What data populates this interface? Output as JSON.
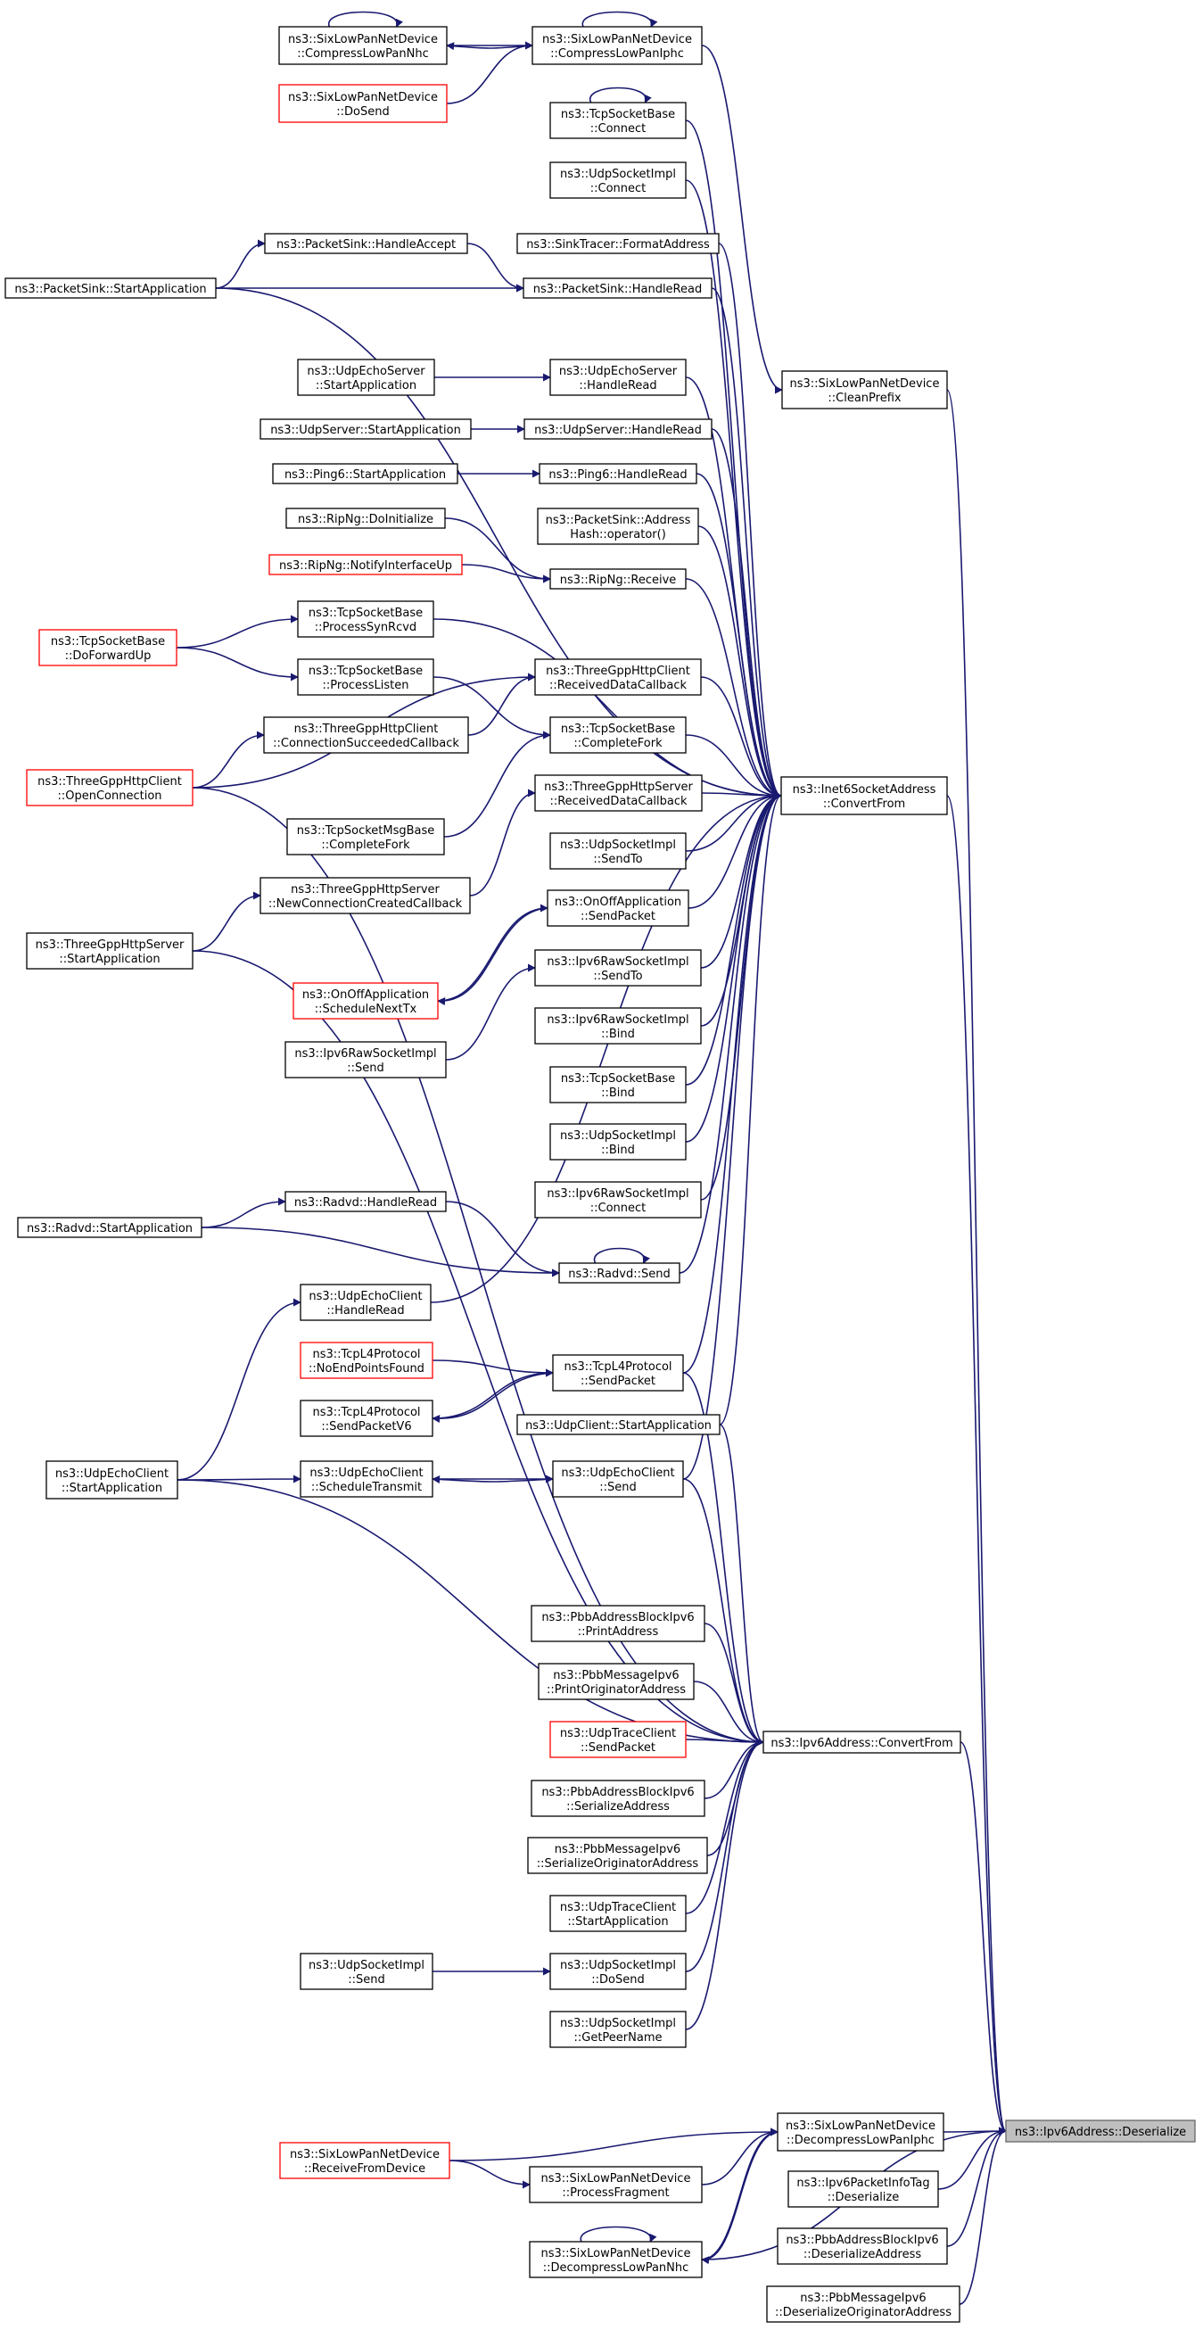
{
  "graph": {
    "nodes": [
      {
        "id": "compressLowPanNhc",
        "lines": [
          "ns3::SixLowPanNetDevice",
          "::CompressLowPanNhc"
        ],
        "border": "black"
      },
      {
        "id": "compressLowPanIphc",
        "lines": [
          "ns3::SixLowPanNetDevice",
          "::CompressLowPanIphc"
        ],
        "border": "black"
      },
      {
        "id": "doSend",
        "lines": [
          "ns3::SixLowPanNetDevice",
          "::DoSend"
        ],
        "border": "red"
      },
      {
        "id": "tcpConnect",
        "lines": [
          "ns3::TcpSocketBase",
          "::Connect"
        ],
        "border": "black"
      },
      {
        "id": "udpConnect",
        "lines": [
          "ns3::UdpSocketImpl",
          "::Connect"
        ],
        "border": "black"
      },
      {
        "id": "formatAddress",
        "lines": [
          "ns3::SinkTracer::FormatAddress"
        ],
        "border": "black"
      },
      {
        "id": "handleAccept",
        "lines": [
          "ns3::PacketSink::HandleAccept"
        ],
        "border": "black"
      },
      {
        "id": "sinkStart",
        "lines": [
          "ns3::PacketSink::StartApplication"
        ],
        "border": "black"
      },
      {
        "id": "sinkHandleRead",
        "lines": [
          "ns3::PacketSink::HandleRead"
        ],
        "border": "black"
      },
      {
        "id": "cleanPrefix",
        "lines": [
          "ns3::SixLowPanNetDevice",
          "::CleanPrefix"
        ],
        "border": "black"
      },
      {
        "id": "echoServerStart",
        "lines": [
          "ns3::UdpEchoServer",
          "::StartApplication"
        ],
        "border": "black"
      },
      {
        "id": "echoServerRead",
        "lines": [
          "ns3::UdpEchoServer",
          "::HandleRead"
        ],
        "border": "black"
      },
      {
        "id": "udpServerStart",
        "lines": [
          "ns3::UdpServer::StartApplication"
        ],
        "border": "black"
      },
      {
        "id": "udpServerRead",
        "lines": [
          "ns3::UdpServer::HandleRead"
        ],
        "border": "black"
      },
      {
        "id": "ping6Start",
        "lines": [
          "ns3::Ping6::StartApplication"
        ],
        "border": "black"
      },
      {
        "id": "ping6Read",
        "lines": [
          "ns3::Ping6::HandleRead"
        ],
        "border": "black"
      },
      {
        "id": "ripDoInit",
        "lines": [
          "ns3::RipNg::DoInitialize"
        ],
        "border": "black"
      },
      {
        "id": "addrHash",
        "lines": [
          "ns3::PacketSink::Address",
          "Hash::operator()"
        ],
        "border": "black"
      },
      {
        "id": "ripNotify",
        "lines": [
          "ns3::RipNg::NotifyInterfaceUp"
        ],
        "border": "red"
      },
      {
        "id": "ripReceive",
        "lines": [
          "ns3::RipNg::Receive"
        ],
        "border": "black"
      },
      {
        "id": "tcpSynRcvd",
        "lines": [
          "ns3::TcpSocketBase",
          "::ProcessSynRcvd"
        ],
        "border": "black"
      },
      {
        "id": "tcpForwardUp",
        "lines": [
          "ns3::TcpSocketBase",
          "::DoForwardUp"
        ],
        "border": "red"
      },
      {
        "id": "tcpListen",
        "lines": [
          "ns3::TcpSocketBase",
          "::ProcessListen"
        ],
        "border": "black"
      },
      {
        "id": "httpClientRecv",
        "lines": [
          "ns3::ThreeGppHttpClient",
          "::ReceivedDataCallback"
        ],
        "border": "black"
      },
      {
        "id": "httpClientConnOk",
        "lines": [
          "ns3::ThreeGppHttpClient",
          "::ConnectionSucceededCallback"
        ],
        "border": "black"
      },
      {
        "id": "tcpCompleteFork",
        "lines": [
          "ns3::TcpSocketBase",
          "::CompleteFork"
        ],
        "border": "black"
      },
      {
        "id": "httpClientOpen",
        "lines": [
          "ns3::ThreeGppHttpClient",
          "::OpenConnection"
        ],
        "border": "red"
      },
      {
        "id": "httpServerRecv",
        "lines": [
          "ns3::ThreeGppHttpServer",
          "::ReceivedDataCallback"
        ],
        "border": "black"
      },
      {
        "id": "inet6ConvertFrom",
        "lines": [
          "ns3::Inet6SocketAddress",
          "::ConvertFrom"
        ],
        "border": "black"
      },
      {
        "id": "msgCompleteFork",
        "lines": [
          "ns3::TcpSocketMsgBase",
          "::CompleteFork"
        ],
        "border": "black"
      },
      {
        "id": "udpSendTo",
        "lines": [
          "ns3::UdpSocketImpl",
          "::SendTo"
        ],
        "border": "black"
      },
      {
        "id": "httpServerNewConn",
        "lines": [
          "ns3::ThreeGppHttpServer",
          "::NewConnectionCreatedCallback"
        ],
        "border": "black"
      },
      {
        "id": "onoffSendPacket",
        "lines": [
          "ns3::OnOffApplication",
          "::SendPacket"
        ],
        "border": "black"
      },
      {
        "id": "httpServerStart",
        "lines": [
          "ns3::ThreeGppHttpServer",
          "::StartApplication"
        ],
        "border": "black"
      },
      {
        "id": "onoffScheduleNext",
        "lines": [
          "ns3::OnOffApplication",
          "::ScheduleNextTx"
        ],
        "border": "red"
      },
      {
        "id": "rawSendTo",
        "lines": [
          "ns3::Ipv6RawSocketImpl",
          "::SendTo"
        ],
        "border": "black"
      },
      {
        "id": "rawBind",
        "lines": [
          "ns3::Ipv6RawSocketImpl",
          "::Bind"
        ],
        "border": "black"
      },
      {
        "id": "rawSend",
        "lines": [
          "ns3::Ipv6RawSocketImpl",
          "::Send"
        ],
        "border": "black"
      },
      {
        "id": "tcpBind",
        "lines": [
          "ns3::TcpSocketBase",
          "::Bind"
        ],
        "border": "black"
      },
      {
        "id": "udpBind",
        "lines": [
          "ns3::UdpSocketImpl",
          "::Bind"
        ],
        "border": "black"
      },
      {
        "id": "rawConnect",
        "lines": [
          "ns3::Ipv6RawSocketImpl",
          "::Connect"
        ],
        "border": "black"
      },
      {
        "id": "radvdRead",
        "lines": [
          "ns3::Radvd::HandleRead"
        ],
        "border": "black"
      },
      {
        "id": "radvdStart",
        "lines": [
          "ns3::Radvd::StartApplication"
        ],
        "border": "black"
      },
      {
        "id": "radvdSend",
        "lines": [
          "ns3::Radvd::Send"
        ],
        "border": "black"
      },
      {
        "id": "echoClientRead",
        "lines": [
          "ns3::UdpEchoClient",
          "::HandleRead"
        ],
        "border": "black"
      },
      {
        "id": "tcpNoEndPoints",
        "lines": [
          "ns3::TcpL4Protocol",
          "::NoEndPointsFound"
        ],
        "border": "red"
      },
      {
        "id": "tcpSendPacket",
        "lines": [
          "ns3::TcpL4Protocol",
          "::SendPacket"
        ],
        "border": "black"
      },
      {
        "id": "tcpSendPacketV6",
        "lines": [
          "ns3::TcpL4Protocol",
          "::SendPacketV6"
        ],
        "border": "black"
      },
      {
        "id": "udpClientStart",
        "lines": [
          "ns3::UdpClient::StartApplication"
        ],
        "border": "black"
      },
      {
        "id": "echoClientStart",
        "lines": [
          "ns3::UdpEchoClient",
          "::StartApplication"
        ],
        "border": "black"
      },
      {
        "id": "echoClientSched",
        "lines": [
          "ns3::UdpEchoClient",
          "::ScheduleTransmit"
        ],
        "border": "black"
      },
      {
        "id": "echoClientSend",
        "lines": [
          "ns3::UdpEchoClient",
          "::Send"
        ],
        "border": "black"
      },
      {
        "id": "pbbPrintAddress",
        "lines": [
          "ns3::PbbAddressBlockIpv6",
          "::PrintAddress"
        ],
        "border": "black"
      },
      {
        "id": "pbbPrintOrig",
        "lines": [
          "ns3::PbbMessageIpv6",
          "::PrintOriginatorAddress"
        ],
        "border": "black"
      },
      {
        "id": "traceSendPacket",
        "lines": [
          "ns3::UdpTraceClient",
          "::SendPacket"
        ],
        "border": "red"
      },
      {
        "id": "ipv6ConvertFrom",
        "lines": [
          "ns3::Ipv6Address::ConvertFrom"
        ],
        "border": "black"
      },
      {
        "id": "pbbSerializeAddr",
        "lines": [
          "ns3::PbbAddressBlockIpv6",
          "::SerializeAddress"
        ],
        "border": "black"
      },
      {
        "id": "pbbSerializeOrig",
        "lines": [
          "ns3::PbbMessageIpv6",
          "::SerializeOriginatorAddress"
        ],
        "border": "black"
      },
      {
        "id": "traceStart",
        "lines": [
          "ns3::UdpTraceClient",
          "::StartApplication"
        ],
        "border": "black"
      },
      {
        "id": "udpSend",
        "lines": [
          "ns3::UdpSocketImpl",
          "::Send"
        ],
        "border": "black"
      },
      {
        "id": "udpDoSend",
        "lines": [
          "ns3::UdpSocketImpl",
          "::DoSend"
        ],
        "border": "black"
      },
      {
        "id": "udpGetPeer",
        "lines": [
          "ns3::UdpSocketImpl",
          "::GetPeerName"
        ],
        "border": "black"
      },
      {
        "id": "decompressIphc",
        "lines": [
          "ns3::SixLowPanNetDevice",
          "::DecompressLowPanIphc"
        ],
        "border": "black"
      },
      {
        "id": "deserialize",
        "lines": [
          "ns3::Ipv6Address::Deserialize"
        ],
        "border": "target"
      },
      {
        "id": "receiveFromDevice",
        "lines": [
          "ns3::SixLowPanNetDevice",
          "::ReceiveFromDevice"
        ],
        "border": "red"
      },
      {
        "id": "processFragment",
        "lines": [
          "ns3::SixLowPanNetDevice",
          "::ProcessFragment"
        ],
        "border": "black"
      },
      {
        "id": "pktInfoDeserialize",
        "lines": [
          "ns3::Ipv6PacketInfoTag",
          "::Deserialize"
        ],
        "border": "black"
      },
      {
        "id": "pbbDeserializeAddr",
        "lines": [
          "ns3::PbbAddressBlockIpv6",
          "::DeserializeAddress"
        ],
        "border": "black"
      },
      {
        "id": "decompressNhc",
        "lines": [
          "ns3::SixLowPanNetDevice",
          "::DecompressLowPanNhc"
        ],
        "border": "black"
      },
      {
        "id": "pbbDeserializeOrig",
        "lines": [
          "ns3::PbbMessageIpv6",
          "::DeserializeOriginatorAddress"
        ],
        "border": "black"
      }
    ],
    "edges": [
      [
        "compressLowPanNhc",
        "compressLowPanNhc"
      ],
      [
        "compressLowPanIphc",
        "compressLowPanIphc"
      ],
      [
        "compressLowPanIphc",
        "compressLowPanNhc"
      ],
      [
        "compressLowPanNhc",
        "compressLowPanIphc"
      ],
      [
        "doSend",
        "compressLowPanIphc"
      ],
      [
        "compressLowPanIphc",
        "cleanPrefix"
      ],
      [
        "tcpConnect",
        "tcpConnect"
      ],
      [
        "radvdSend",
        "radvdSend"
      ],
      [
        "decompressNhc",
        "decompressNhc"
      ],
      [
        "tcpConnect",
        "inet6ConvertFrom"
      ],
      [
        "udpConnect",
        "inet6ConvertFrom"
      ],
      [
        "formatAddress",
        "inet6ConvertFrom"
      ],
      [
        "sinkHandleRead",
        "inet6ConvertFrom"
      ],
      [
        "sinkStart",
        "inet6ConvertFrom"
      ],
      [
        "echoServerRead",
        "inet6ConvertFrom"
      ],
      [
        "udpServerRead",
        "inet6ConvertFrom"
      ],
      [
        "ping6Read",
        "inet6ConvertFrom"
      ],
      [
        "addrHash",
        "inet6ConvertFrom"
      ],
      [
        "ripReceive",
        "inet6ConvertFrom"
      ],
      [
        "tcpSynRcvd",
        "inet6ConvertFrom"
      ],
      [
        "httpClientRecv",
        "inet6ConvertFrom"
      ],
      [
        "tcpCompleteFork",
        "inet6ConvertFrom"
      ],
      [
        "httpServerRecv",
        "inet6ConvertFrom"
      ],
      [
        "udpSendTo",
        "inet6ConvertFrom"
      ],
      [
        "onoffSendPacket",
        "inet6ConvertFrom"
      ],
      [
        "rawSendTo",
        "inet6ConvertFrom"
      ],
      [
        "rawBind",
        "inet6ConvertFrom"
      ],
      [
        "tcpBind",
        "inet6ConvertFrom"
      ],
      [
        "udpBind",
        "inet6ConvertFrom"
      ],
      [
        "rawConnect",
        "inet6ConvertFrom"
      ],
      [
        "radvdSend",
        "inet6ConvertFrom"
      ],
      [
        "echoClientRead",
        "inet6ConvertFrom"
      ],
      [
        "tcpSendPacket",
        "inet6ConvertFrom"
      ],
      [
        "udpClientStart",
        "inet6ConvertFrom"
      ],
      [
        "echoClientSend",
        "inet6ConvertFrom"
      ],
      [
        "handleAccept",
        "sinkHandleRead"
      ],
      [
        "sinkStart",
        "handleAccept"
      ],
      [
        "sinkStart",
        "sinkHandleRead"
      ],
      [
        "echoServerStart",
        "echoServerRead"
      ],
      [
        "udpServerStart",
        "udpServerRead"
      ],
      [
        "ping6Start",
        "ping6Read"
      ],
      [
        "ripDoInit",
        "ripReceive"
      ],
      [
        "ripNotify",
        "ripReceive"
      ],
      [
        "tcpForwardUp",
        "tcpSynRcvd"
      ],
      [
        "tcpForwardUp",
        "tcpListen"
      ],
      [
        "tcpListen",
        "tcpCompleteFork"
      ],
      [
        "httpClientOpen",
        "httpClientConnOk"
      ],
      [
        "httpClientConnOk",
        "httpClientRecv"
      ],
      [
        "httpClientOpen",
        "httpClientRecv"
      ],
      [
        "msgCompleteFork",
        "tcpCompleteFork"
      ],
      [
        "httpServerNewConn",
        "httpServerRecv"
      ],
      [
        "httpServerStart",
        "httpServerNewConn"
      ],
      [
        "onoffScheduleNext",
        "onoffSendPacket"
      ],
      [
        "onoffSendPacket",
        "onoffScheduleNext"
      ],
      [
        "rawSend",
        "rawSendTo"
      ],
      [
        "radvdStart",
        "radvdRead"
      ],
      [
        "radvdRead",
        "radvdSend"
      ],
      [
        "radvdStart",
        "radvdSend"
      ],
      [
        "echoClientStart",
        "echoClientRead"
      ],
      [
        "tcpNoEndPoints",
        "tcpSendPacket"
      ],
      [
        "tcpSendPacket",
        "tcpSendPacketV6"
      ],
      [
        "tcpSendPacketV6",
        "tcpSendPacket"
      ],
      [
        "echoClientStart",
        "echoClientSched"
      ],
      [
        "echoClientSched",
        "echoClientSend"
      ],
      [
        "echoClientSend",
        "echoClientSched"
      ],
      [
        "httpClientOpen",
        "ipv6ConvertFrom"
      ],
      [
        "httpServerStart",
        "ipv6ConvertFrom"
      ],
      [
        "echoClientStart",
        "ipv6ConvertFrom"
      ],
      [
        "tcpSendPacket",
        "ipv6ConvertFrom"
      ],
      [
        "udpClientStart",
        "ipv6ConvertFrom"
      ],
      [
        "echoClientSend",
        "ipv6ConvertFrom"
      ],
      [
        "pbbPrintAddress",
        "ipv6ConvertFrom"
      ],
      [
        "pbbPrintOrig",
        "ipv6ConvertFrom"
      ],
      [
        "traceSendPacket",
        "ipv6ConvertFrom"
      ],
      [
        "pbbSerializeAddr",
        "ipv6ConvertFrom"
      ],
      [
        "pbbSerializeOrig",
        "ipv6ConvertFrom"
      ],
      [
        "traceStart",
        "ipv6ConvertFrom"
      ],
      [
        "udpDoSend",
        "ipv6ConvertFrom"
      ],
      [
        "udpGetPeer",
        "ipv6ConvertFrom"
      ],
      [
        "udpSend",
        "udpDoSend"
      ],
      [
        "cleanPrefix",
        "deserialize"
      ],
      [
        "inet6ConvertFrom",
        "deserialize"
      ],
      [
        "ipv6ConvertFrom",
        "deserialize"
      ],
      [
        "decompressIphc",
        "deserialize"
      ],
      [
        "pktInfoDeserialize",
        "deserialize"
      ],
      [
        "pbbDeserializeAddr",
        "deserialize"
      ],
      [
        "pbbDeserializeOrig",
        "deserialize"
      ],
      [
        "decompressNhc",
        "deserialize"
      ],
      [
        "receiveFromDevice",
        "decompressIphc"
      ],
      [
        "receiveFromDevice",
        "processFragment"
      ],
      [
        "processFragment",
        "decompressIphc"
      ],
      [
        "decompressIphc",
        "decompressNhc"
      ],
      [
        "decompressNhc",
        "decompressIphc"
      ]
    ]
  }
}
